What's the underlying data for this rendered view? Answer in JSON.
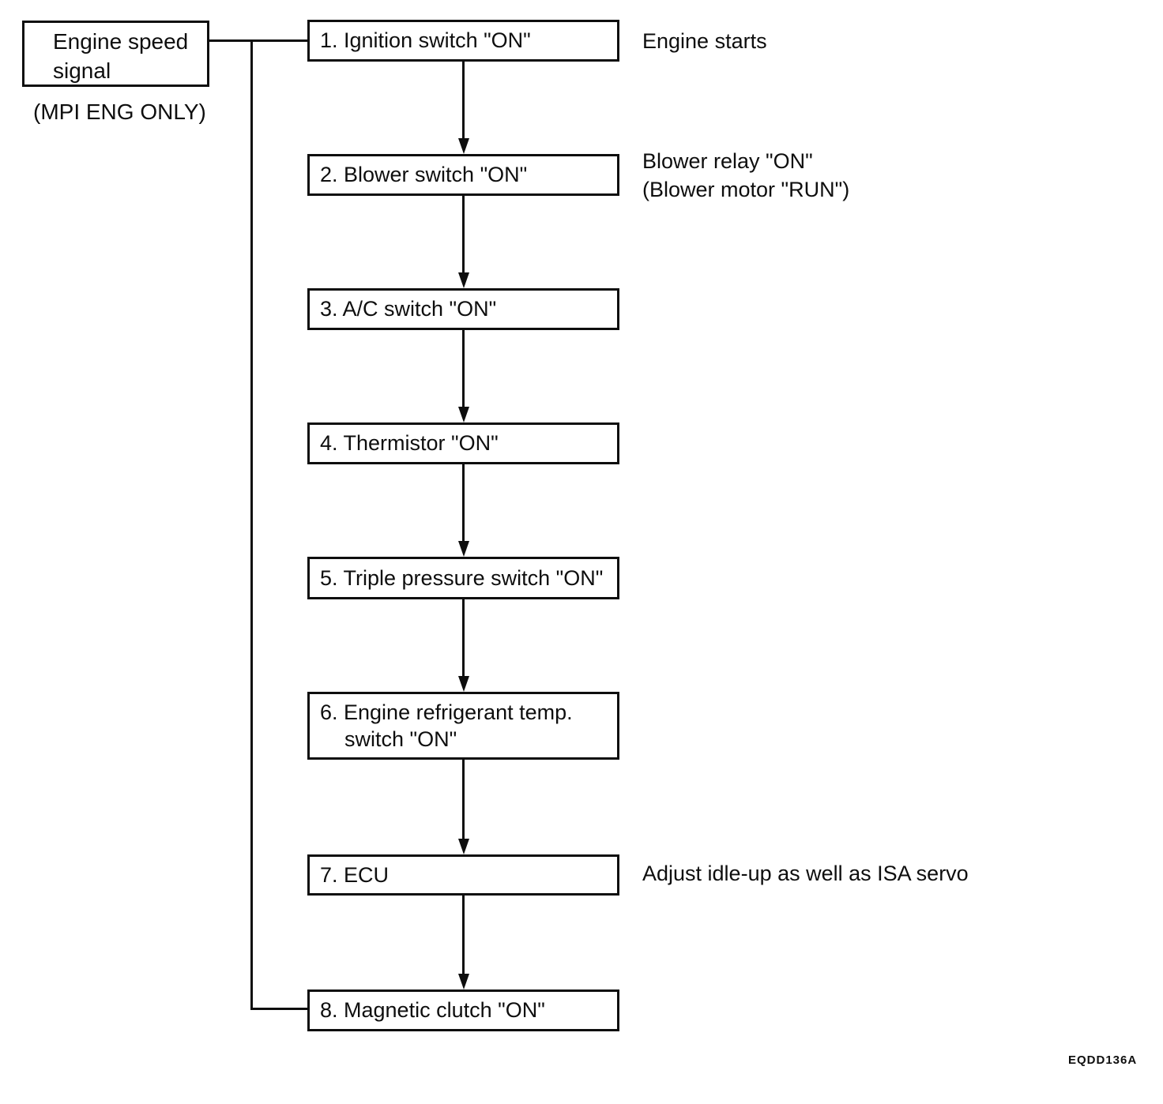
{
  "colors": {
    "ink": "#0e0e0e",
    "background": "#ffffff"
  },
  "source": {
    "lines": [
      "Engine speed",
      "signal"
    ],
    "note": "(MPI ENG ONLY)"
  },
  "steps": [
    {
      "lines": [
        "1. Ignition switch \"ON\""
      ],
      "note_lines": [
        "Engine starts"
      ]
    },
    {
      "lines": [
        "2. Blower switch \"ON\""
      ],
      "note_lines": [
        "Blower relay \"ON\"",
        "(Blower motor \"RUN\")"
      ]
    },
    {
      "lines": [
        "3. A/C switch \"ON\""
      ],
      "note_lines": []
    },
    {
      "lines": [
        "4. Thermistor \"ON\""
      ],
      "note_lines": []
    },
    {
      "lines": [
        "5. Triple pressure switch \"ON\""
      ],
      "note_lines": []
    },
    {
      "lines": [
        "6. Engine refrigerant temp.",
        "switch \"ON\""
      ],
      "note_lines": []
    },
    {
      "lines": [
        "7. ECU"
      ],
      "note_lines": [
        "Adjust idle-up as well as ISA servo"
      ]
    },
    {
      "lines": [
        "8. Magnetic clutch \"ON\""
      ],
      "note_lines": []
    }
  ],
  "figure_code": "EQDD136A"
}
